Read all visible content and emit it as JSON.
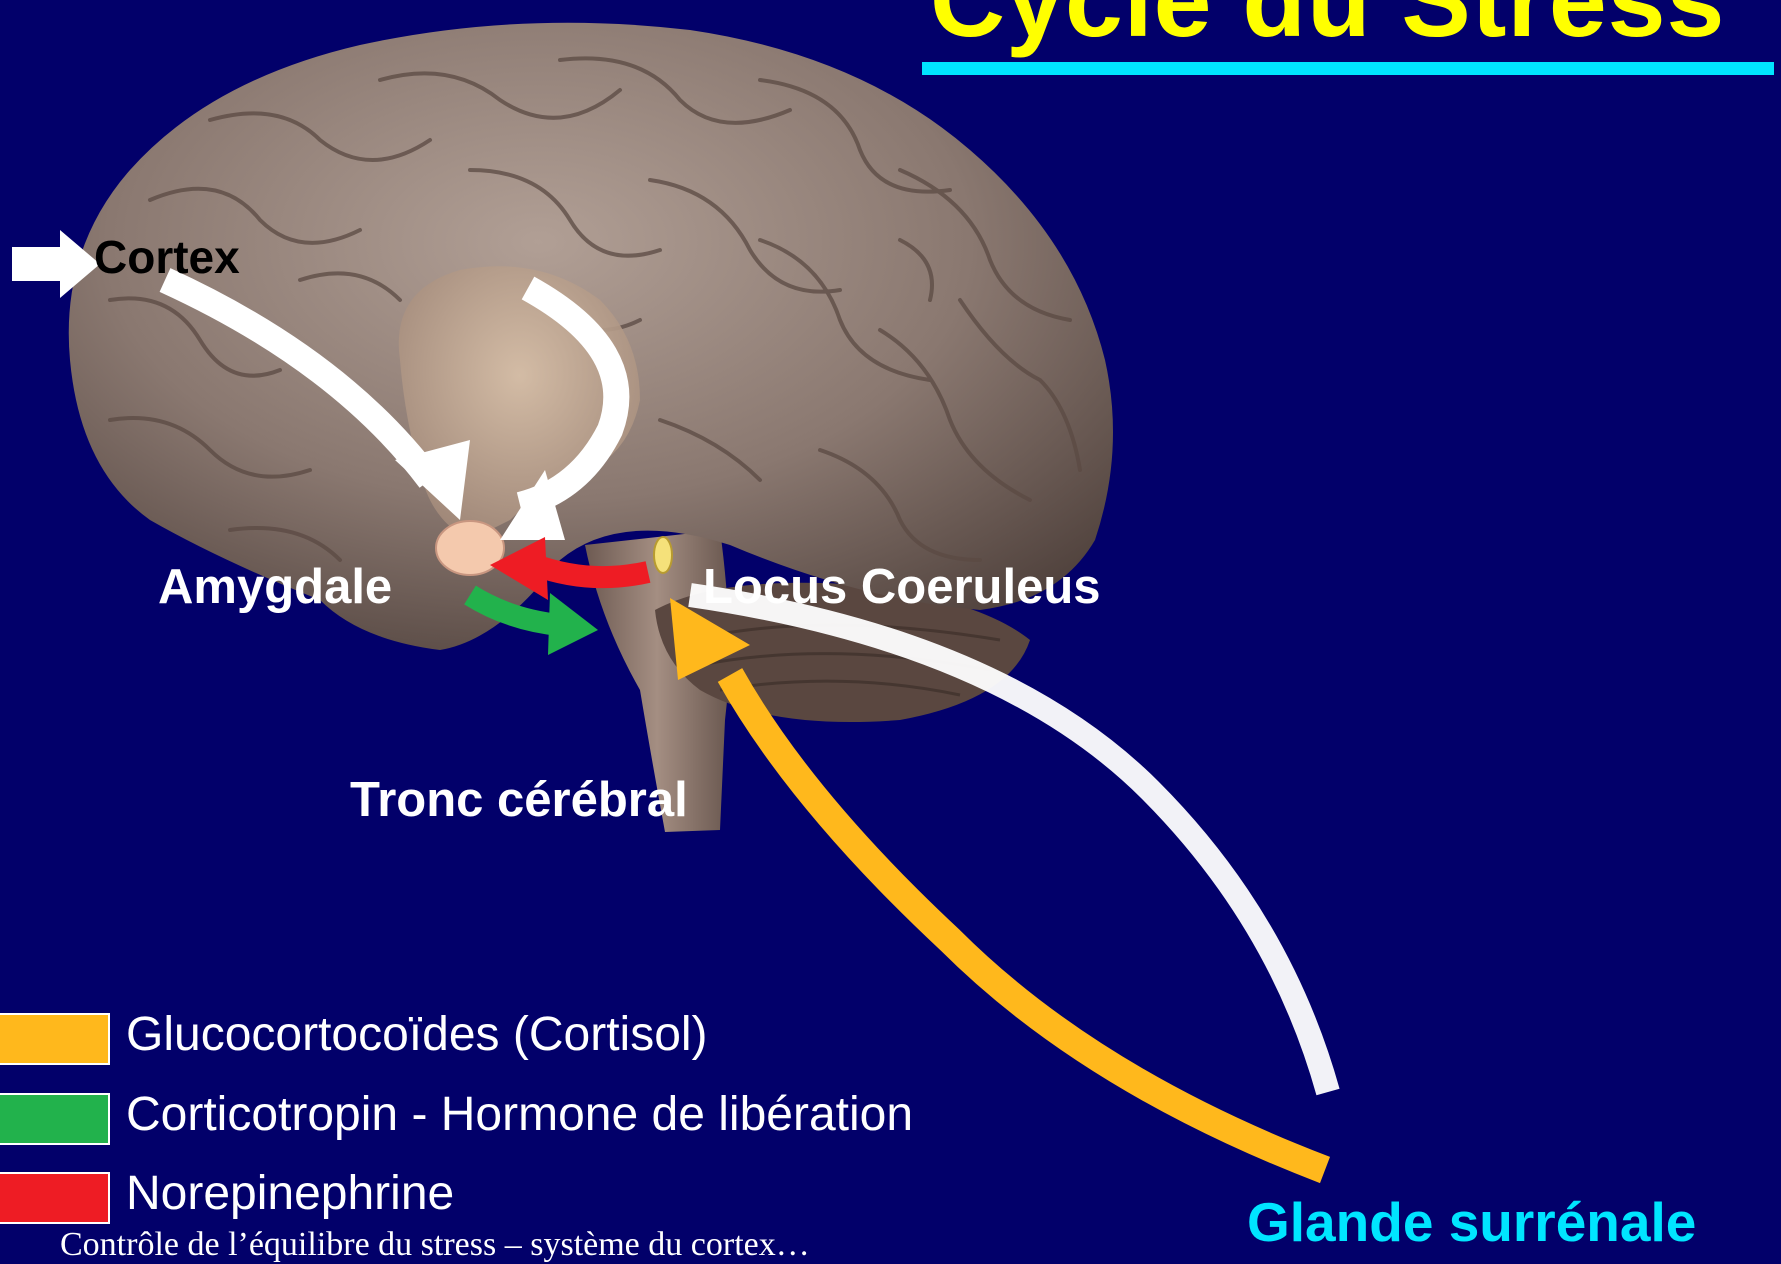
{
  "title": "Cycle du Stress",
  "labels": {
    "cortex": "Cortex",
    "amygdale": "Amygdale",
    "locus": "Locus Coeruleus",
    "tronc": "Tronc cérébral",
    "glande": "Glande surrénale"
  },
  "legend": [
    {
      "label": "Glucocortocoïdes (Cortisol)",
      "color": "#ffb81c"
    },
    {
      "label": "Corticotropin - Hormone de libération",
      "color": "#22b24c"
    },
    {
      "label": "Norepinephrine",
      "color": "#ee1c24"
    }
  ],
  "caption": "Contrôle de l’équilibre du stress – système du cortex…",
  "colors": {
    "background": "#02006a",
    "title": "#ffff00",
    "accent": "#00e5ff",
    "brain": "#7d6a62"
  }
}
